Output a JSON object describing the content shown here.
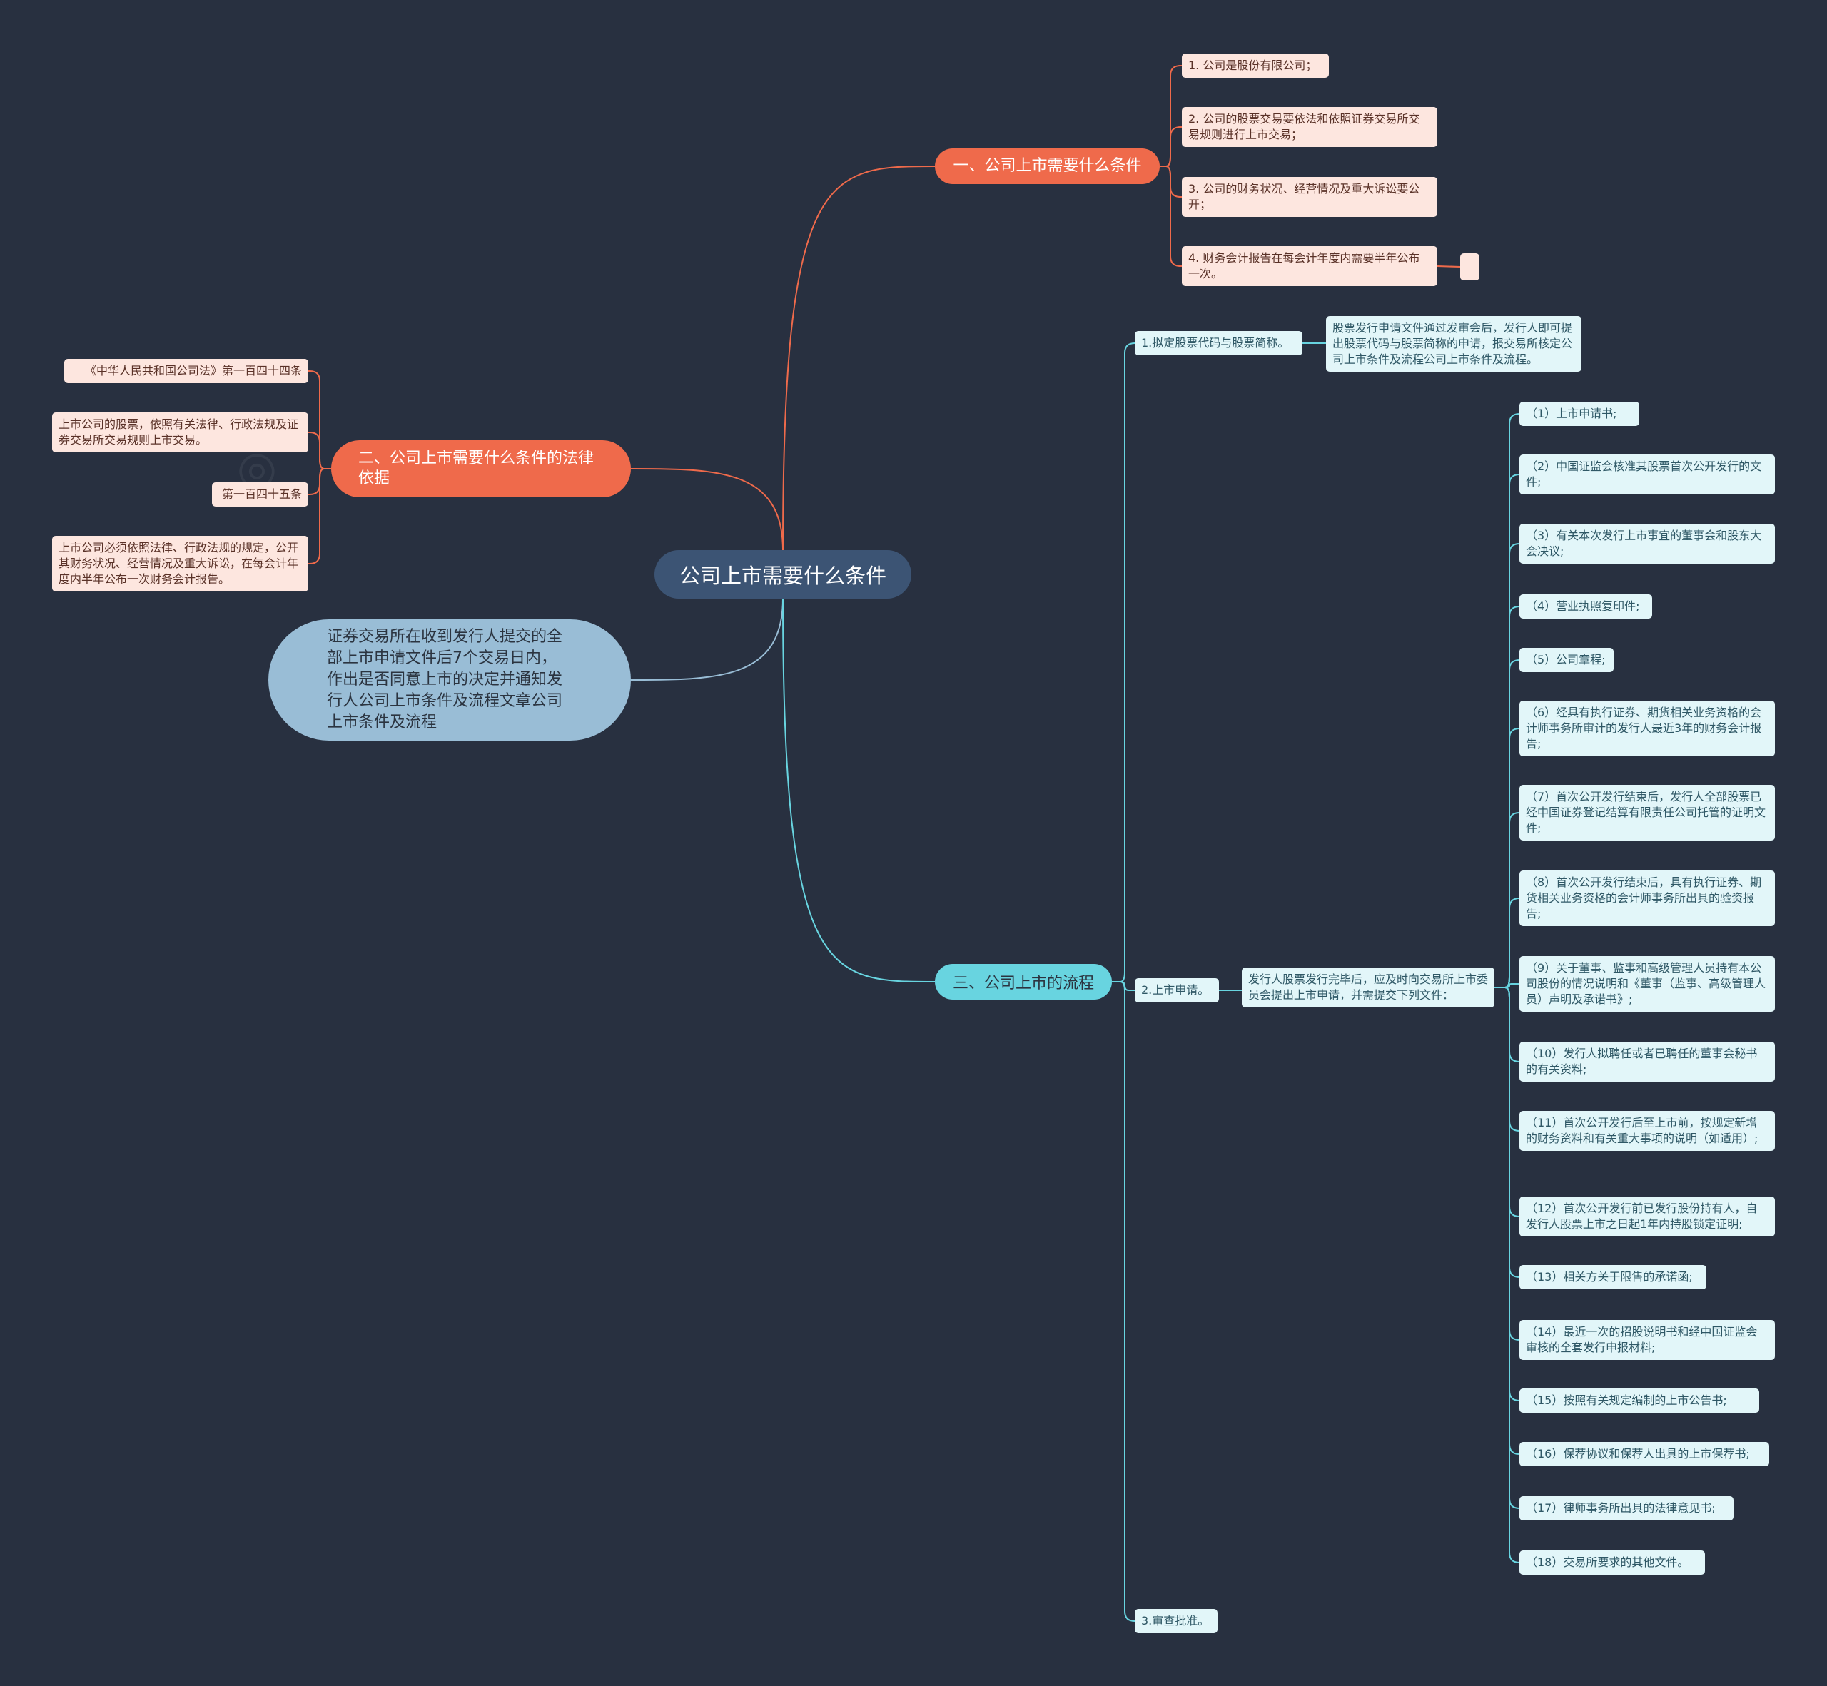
{
  "root": {
    "label": "公司上市需要什么条件"
  },
  "colors": {
    "background": "#283040",
    "root": "#3c5474",
    "red": "#ef6a4b",
    "cyan": "#68d4e0",
    "blue": "#99bdd6"
  },
  "branch1": {
    "label": "一、公司上市需要什么条件",
    "items": [
      "1. 公司是股份有限公司；",
      "2. 公司的股票交易要依法和依照证券交易所交易规则进行上市交易；",
      "3. 公司的财务状况、经营情况及重大诉讼要公开；",
      "4. 财务会计报告在每会计年度内需要半年公布一次。"
    ]
  },
  "branch2": {
    "label": "二、公司上市需要什么条件的法律依据",
    "items": [
      "《中华人民共和国公司法》第一百四十四条",
      "上市公司的股票，依照有关法律、行政法规及证券交易所交易规则上市交易。",
      "第一百四十五条",
      "上市公司必须依照法律、行政法规的规定，公开其财务状况、经营情况及重大诉讼，在每会计年度内半年公布一次财务会计报告。"
    ]
  },
  "branch3": {
    "label": "证券交易所在收到发行人提交的全部上市申请文件后7个交易日内，作出是否同意上市的决定并通知发行人公司上市条件及流程文章公司上市条件及流程"
  },
  "branch4": {
    "label": "三、公司上市的流程",
    "step1": {
      "label": "1.拟定股票代码与股票简称。",
      "detail": "股票发行申请文件通过发审会后，发行人即可提出股票代码与股票简称的申请，报交易所核定公司上市条件及流程公司上市条件及流程。"
    },
    "step2": {
      "label": "2.上市申请。",
      "detail": "发行人股票发行完毕后，应及时向交易所上市委员会提出上市申请，并需提交下列文件：",
      "docs": [
        "（1）上市申请书;",
        "（2）中国证监会核准其股票首次公开发行的文件;",
        "（3）有关本次发行上市事宜的董事会和股东大会决议;",
        "（4）营业执照复印件;",
        "（5）公司章程;",
        "（6）经具有执行证券、期货相关业务资格的会计师事务所审计的发行人最近3年的财务会计报告;",
        "（7）首次公开发行结束后，发行人全部股票已经中国证券登记结算有限责任公司托管的证明文件;",
        "（8）首次公开发行结束后，具有执行证券、期货相关业务资格的会计师事务所出具的验资报告;",
        "（9）关于董事、监事和高级管理人员持有本公司股份的情况说明和《董事（监事、高级管理人员）声明及承诺书》;",
        "（10）发行人拟聘任或者已聘任的董事会秘书的有关资料;",
        "（11）首次公开发行后至上市前，按规定新增的财务资料和有关重大事项的说明（如适用）;",
        "（12）首次公开发行前已发行股份持有人，自发行人股票上市之日起1年内持股锁定证明;",
        "（13）相关方关于限售的承诺函;",
        "（14）最近一次的招股说明书和经中国证监会审核的全套发行申报材料;",
        "（15）按照有关规定编制的上市公告书;",
        "（16）保荐协议和保荐人出具的上市保荐书;",
        "（17）律师事务所出具的法律意见书;",
        "（18）交易所要求的其他文件。"
      ]
    },
    "step3": {
      "label": "3.审查批准。"
    }
  }
}
